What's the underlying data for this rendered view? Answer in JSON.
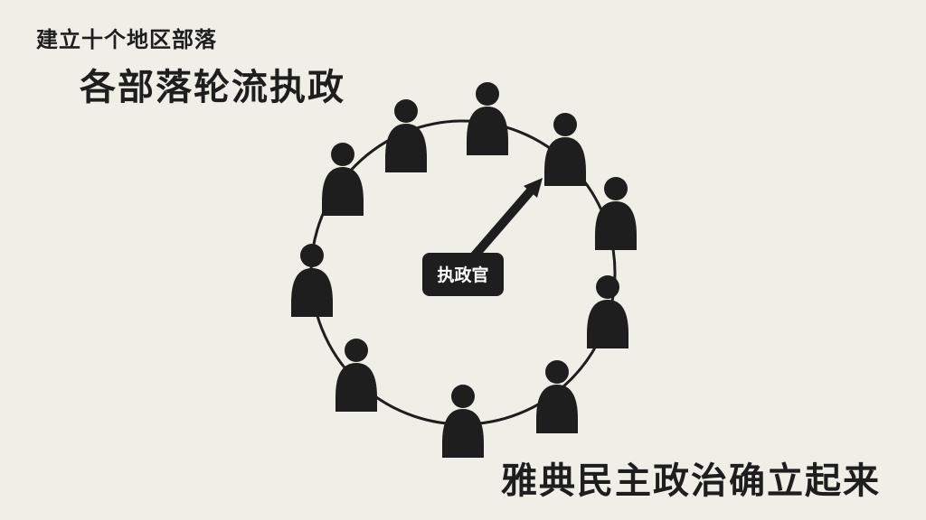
{
  "header": {
    "subtitle": "建立十个地区部落",
    "title": "各部落轮流执政"
  },
  "diagram": {
    "center_label": "执政官",
    "member_icon": "person-icon",
    "member_count": 10,
    "pointer_icon": "arrow-icon"
  },
  "footer": {
    "conclusion": "雅典民主政治确立起来"
  },
  "colors": {
    "background": "#efeee7",
    "foreground": "#1e1e1e",
    "label_text": "#ffffff"
  }
}
